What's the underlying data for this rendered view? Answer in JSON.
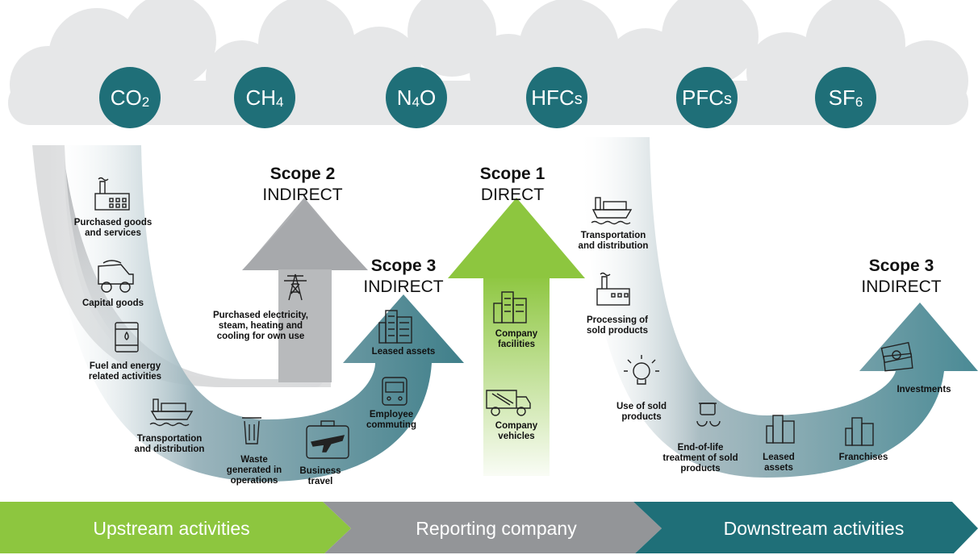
{
  "gases": [
    {
      "base": "CO",
      "sub": "2"
    },
    {
      "base": "CH",
      "sub": "4"
    },
    {
      "base": "N",
      "sub": "4",
      "tail": "O"
    },
    {
      "base": "HFC",
      "small": "s"
    },
    {
      "base": "PFC",
      "small": "s"
    },
    {
      "base": "SF",
      "sub": "6"
    }
  ],
  "scopes": {
    "scope2": {
      "title": "Scope 2",
      "type": "INDIRECT"
    },
    "scope1": {
      "title": "Scope 1",
      "type": "DIRECT"
    },
    "scope3_up": {
      "title": "Scope 3",
      "type": "INDIRECT"
    },
    "scope3_down": {
      "title": "Scope 3",
      "type": "INDIRECT"
    }
  },
  "upstream": {
    "purchased_goods": "Purchased goods\nand services",
    "capital_goods": "Capital goods",
    "fuel_energy": "Fuel and energy\nrelated activities",
    "transportation": "Transportation\nand distribution",
    "waste": "Waste\ngenerated in\noperations",
    "business_travel": "Business\ntravel",
    "employee_commuting": "Employee\ncommuting",
    "leased_assets": "Leased assets",
    "purchased_electricity": "Purchased electricity,\nsteam, heating and\ncooling for own use"
  },
  "company": {
    "facilities": "Company\nfacilities",
    "vehicles": "Company\nvehicles"
  },
  "downstream": {
    "transportation": "Transportation\nand distribution",
    "processing": "Processing of\nsold products",
    "use": "Use of sold\nproducts",
    "end_of_life": "End-of-life\ntreatment of sold\nproducts",
    "leased_assets": "Leased\nassets",
    "franchises": "Franchises",
    "investments": "Investments"
  },
  "bands": {
    "upstream": "Upstream activities",
    "reporting": "Reporting company",
    "downstream": "Downstream activities"
  },
  "colors": {
    "teal": "#1f6f78",
    "green": "#8dc63f",
    "gray": "#939598",
    "cloud": "#e6e7e8"
  },
  "icons": [
    "factory-icon",
    "dump-truck-icon",
    "fuel-barrel-icon",
    "cargo-ship-icon",
    "trash-bin-icon",
    "airplane-suitcase-icon",
    "bus-icon",
    "office-building-icon",
    "power-pylon-icon",
    "garbage-truck-icon",
    "lightbulb-icon",
    "recycle-bin-icon",
    "money-stack-icon"
  ]
}
